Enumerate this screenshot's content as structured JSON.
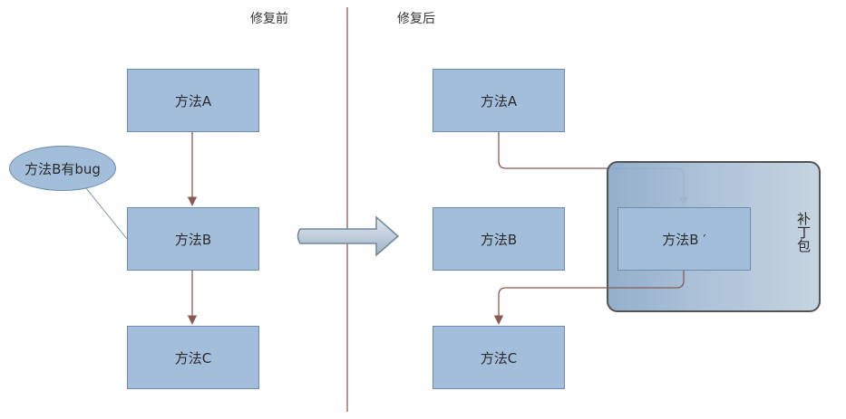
{
  "headings": {
    "before": "修复前",
    "after": "修复后"
  },
  "before": {
    "method_a": "方法A",
    "method_b": "方法B",
    "method_c": "方法C",
    "bug_note": "方法B有bug"
  },
  "after": {
    "method_a": "方法A",
    "method_b": "方法B",
    "method_b_patched": "方法B ′",
    "method_c": "方法C",
    "patch_label": "补丁包"
  },
  "colors": {
    "box_fill": "#a3bedb",
    "box_border": "#6b8cae",
    "connector": "#8a5a52",
    "divider": "#8a5a52",
    "patch_border": "#4a4a4a"
  }
}
